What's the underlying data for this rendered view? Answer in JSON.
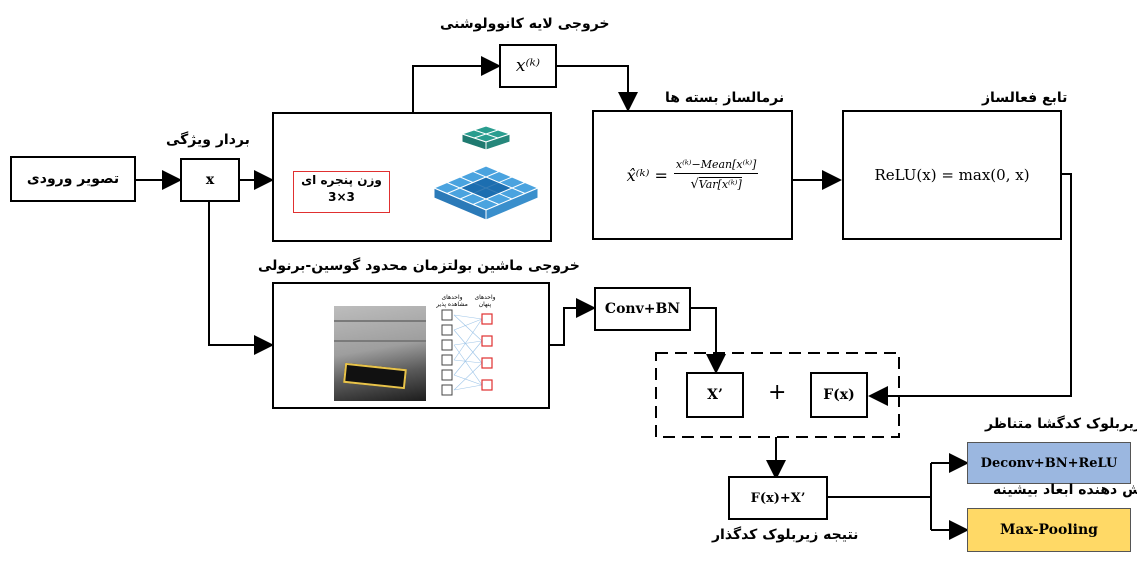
{
  "input_image": "تصویر ورودی",
  "feature_vector_label": "بردار ویژگی",
  "x_node": "x",
  "conv_output_label": "خروجی لایه کانوولوشنی",
  "xk_node": "x⁽ᵏ⁾",
  "kernel_label_line1": "وزن پنجره ای",
  "kernel_label_line2": "3×3",
  "batch_norm_label": "نرمالساز بسته ها",
  "bn_formula": {
    "lhs": "x̂⁽ᵏ⁾ =",
    "numerator": "x⁽ᵏ⁾−Mean[x⁽ᵏ⁾]",
    "denominator": "Var[x⁽ᵏ⁾]"
  },
  "activation_label": "تابع فعالساز",
  "relu_formula": "ReLU(x) = max(0, x)",
  "rbm_output_label": "خروجی ماشین بولتزمان محدود گوسین-برنولی",
  "rbm_visible_units": "واحدهای مشاهده پذیر",
  "rbm_hidden_units": "واحدهای پنهان",
  "conv_bn": "Conv+BN",
  "x_prime": "X’",
  "plus": "+",
  "fx": "F(x)",
  "sum_node": "F(x)+X’",
  "encoder_result_label": "نتیجه زیربلوک کدگذار",
  "decoder_label": "زیربلوک کدگشا متناظر",
  "decoder_box": "Deconv+BN+ReLU",
  "reducer_label": "کاهش دهنده ابعاد بیشینه",
  "maxpool_box": "Max-Pooling",
  "colors": {
    "decoder_fill": "#9bb7e0",
    "maxpool_fill": "#ffd966",
    "kernel_border": "#e03030",
    "relu_fill": "#ffffff"
  }
}
